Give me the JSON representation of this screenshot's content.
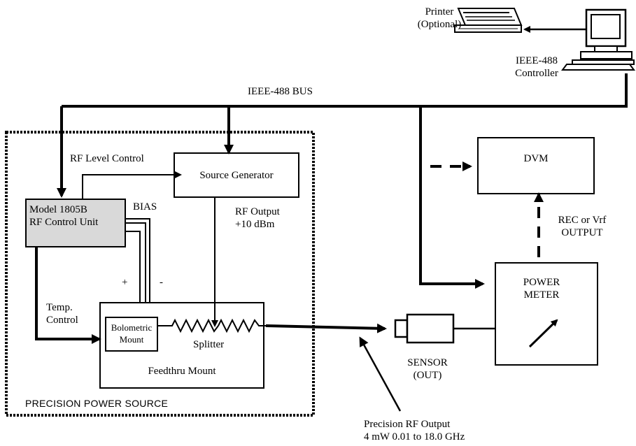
{
  "diagram": {
    "printer": {
      "line1": "Printer",
      "line2": "(Optional)"
    },
    "controller": {
      "line1": "IEEE-488",
      "line2": "Controller"
    },
    "bus_label": "IEEE-488 BUS",
    "rf_level_control": "RF Level Control",
    "source_generator": "Source Generator",
    "control_unit": {
      "line1": "Model 1805B",
      "line2": "RF Control Unit"
    },
    "bias": "BIAS",
    "rf_output": {
      "line1": "RF Output",
      "line2": "+10 dBm"
    },
    "plus": "+",
    "minus": "-",
    "temp_control": {
      "line1": "Temp.",
      "line2": "Control"
    },
    "bolometric_mount": {
      "line1": "Bolometric",
      "line2": "Mount"
    },
    "splitter": "Splitter",
    "feedthru_mount": "Feedthru Mount",
    "precision_power_source": "PRECISION POWER SOURCE",
    "dvm": "DVM",
    "rec_output": {
      "line1": "REC or Vrf",
      "line2": "OUTPUT"
    },
    "power_meter": {
      "line1": "POWER",
      "line2": "METER"
    },
    "sensor": {
      "line1": "SENSOR",
      "line2": "(OUT)"
    },
    "precision_rf_output": {
      "line1": "Precision RF Output",
      "line2": "4 mW 0.01 to 18.0 GHz"
    }
  }
}
